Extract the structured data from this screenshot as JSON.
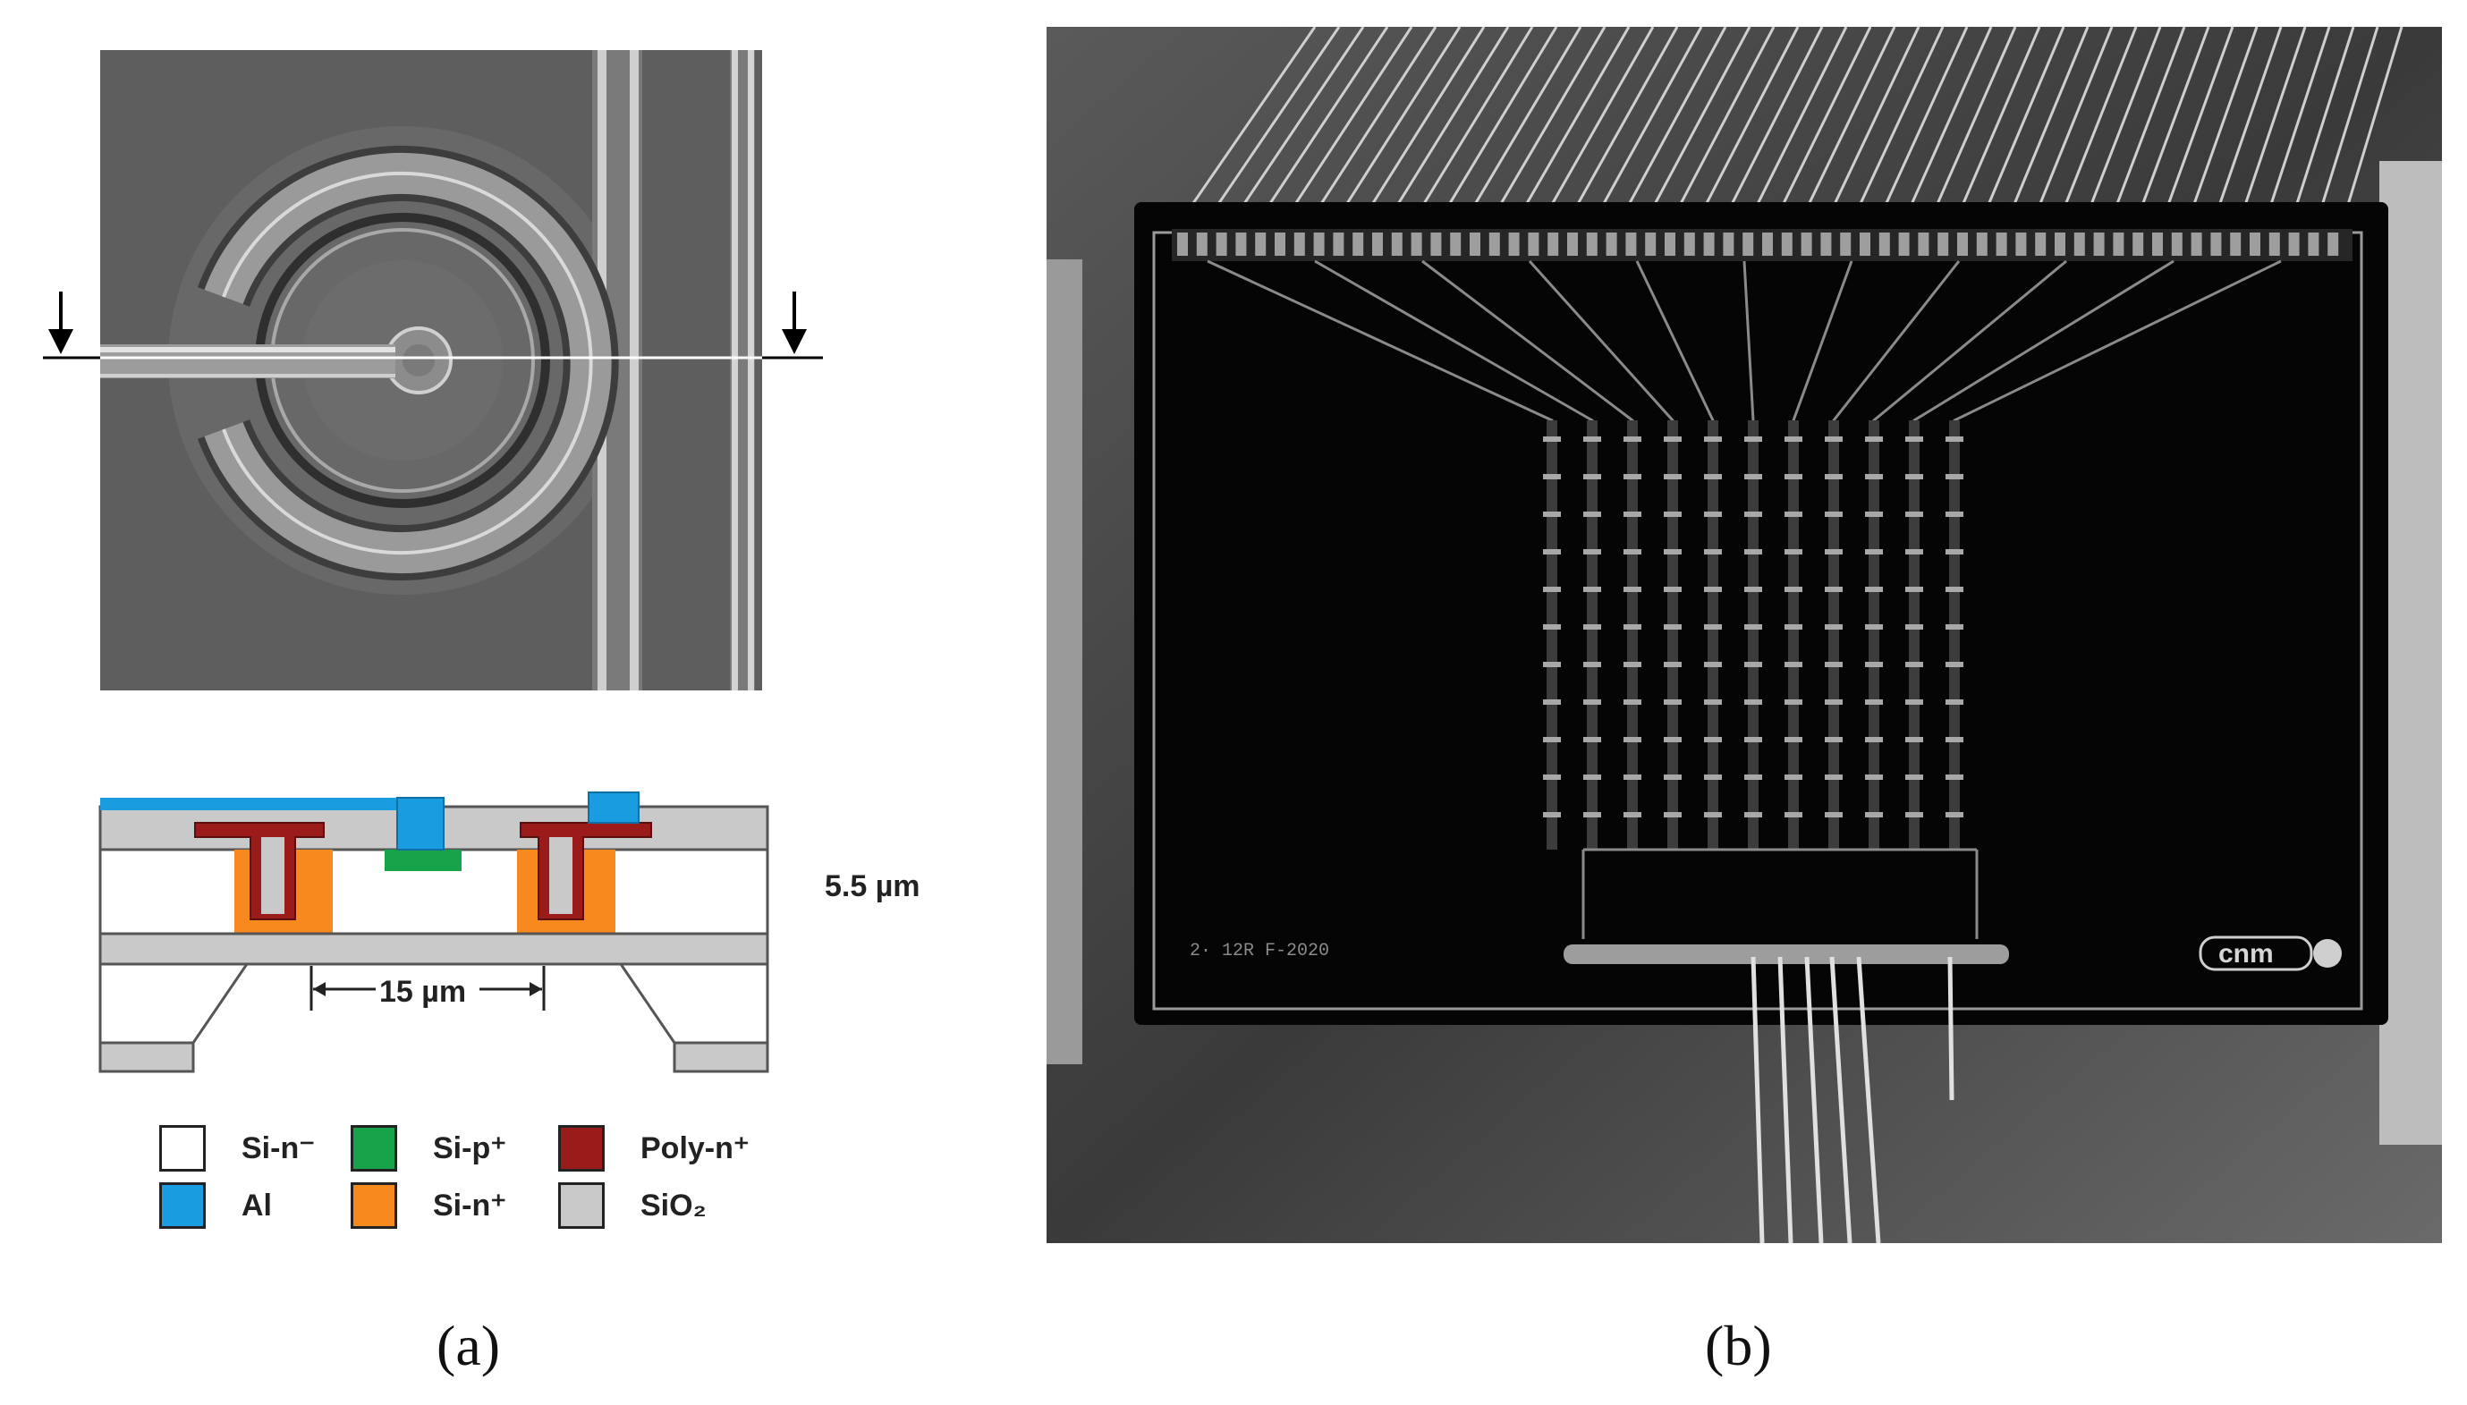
{
  "panels": [
    {
      "label": "(a)"
    },
    {
      "label": "(b)"
    }
  ],
  "cross_section": {
    "thickness_label": "5.5 µm",
    "spacing_label": "15 µm"
  },
  "legend": [
    {
      "label": "Si-n⁻",
      "color": "#ffffff"
    },
    {
      "label": "Si-p⁺",
      "color": "#16a34a"
    },
    {
      "label": "Poly-n⁺",
      "color": "#9b1b1b"
    },
    {
      "label": "Al",
      "color": "#1a9de0"
    },
    {
      "label": "Si-n⁺",
      "color": "#f7891f"
    },
    {
      "label": "SiO₂",
      "color": "#c9c9c9"
    }
  ],
  "chip": {
    "logo_text": "cnm",
    "marking_text": "2· 12R  F-2020"
  }
}
